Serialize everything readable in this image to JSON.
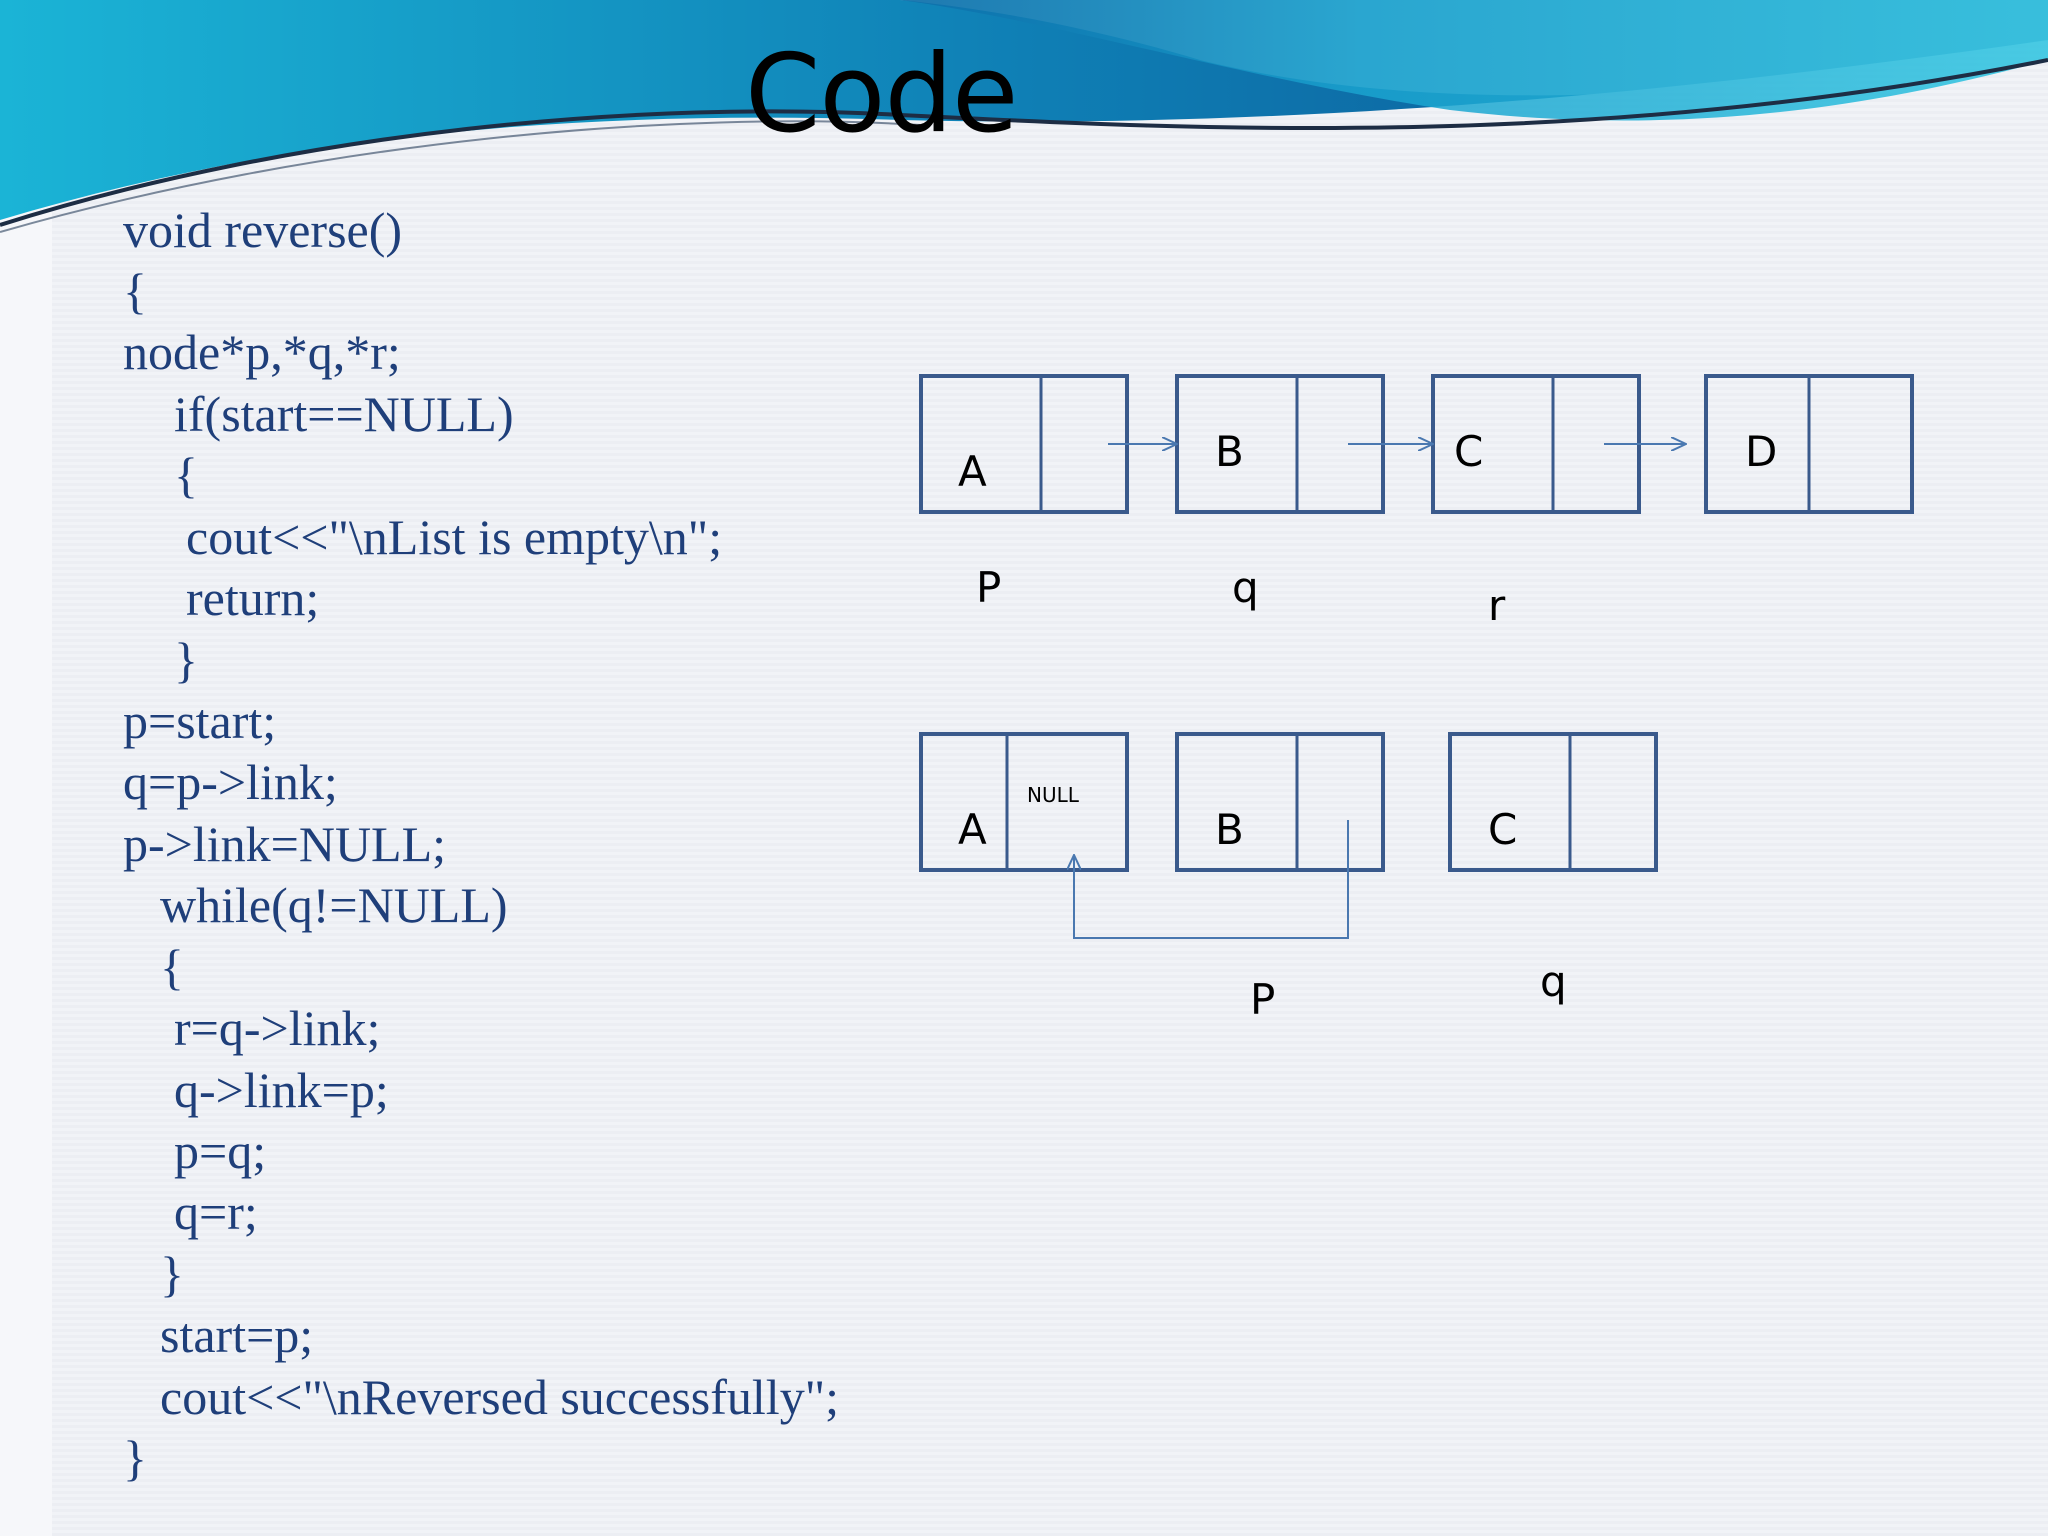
{
  "slide": {
    "title": "Code",
    "code_lines": [
      "void reverse()",
      "{",
      "node*p,*q,*r;",
      "if(start==NULL)",
      "{",
      "cout<<\"\\nList is empty\\n\";",
      "return;",
      "}",
      "p=start;",
      "q=p->link;",
      "p->link=NULL;",
      "while(q!=NULL)",
      "{",
      "r=q->link;",
      "q->link=p;",
      "p=q;",
      "q=r;",
      "}",
      "start=p;",
      "cout<<\"\\nReversed successfully\";",
      "}"
    ]
  },
  "diagram_top": {
    "nodes": [
      "A",
      "B",
      "C",
      "D"
    ],
    "pointers": [
      "P",
      "q",
      "r"
    ]
  },
  "diagram_bottom": {
    "nodes": [
      "A",
      "B",
      "C"
    ],
    "null_label": "NULL",
    "pointers": [
      "P",
      "q"
    ]
  },
  "colors": {
    "code_text": "#1f3f7a",
    "node_border": "#3a5a8c",
    "arrow": "#4a78b0"
  }
}
